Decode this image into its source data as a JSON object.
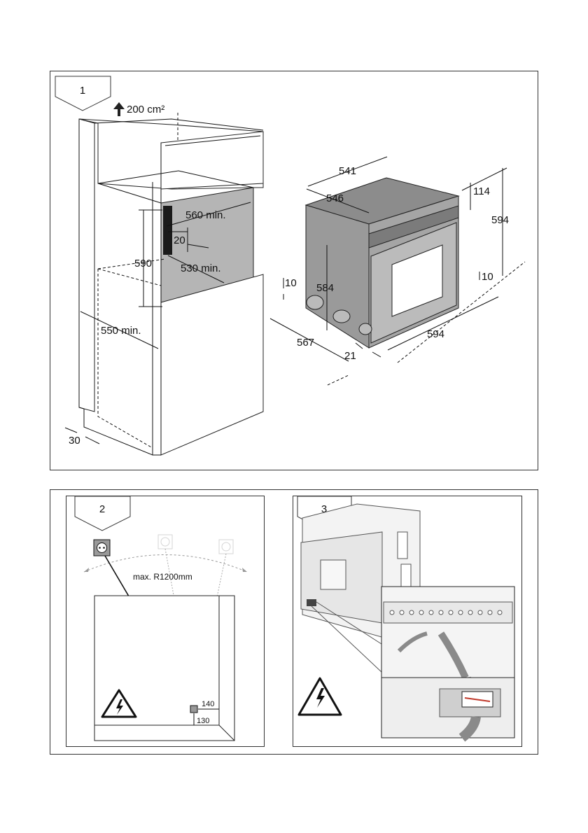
{
  "figure1": {
    "step": "1",
    "vent_label": "200 cm²",
    "dims": {
      "d560": "560 min.",
      "d20": "20",
      "d590": "590",
      "d530": "530 min.",
      "d550": "550 min.",
      "d30": "30",
      "d541": "541",
      "d546": "546",
      "d114": "114",
      "d594v": "594",
      "d10l": "10",
      "d584": "584",
      "d10r": "10",
      "d567": "567",
      "d594h": "594",
      "d21": "21"
    }
  },
  "figure2": {
    "step": "2",
    "radius_label": "max. R1200mm",
    "d140": "140",
    "d130": "130"
  },
  "figure3": {
    "step": "3"
  },
  "icons": [
    "arrow-up-icon",
    "socket-icon",
    "high-voltage-warning-icon",
    "oven-illustration",
    "terminal-block-illustration",
    "cable-clamp-illustration"
  ]
}
